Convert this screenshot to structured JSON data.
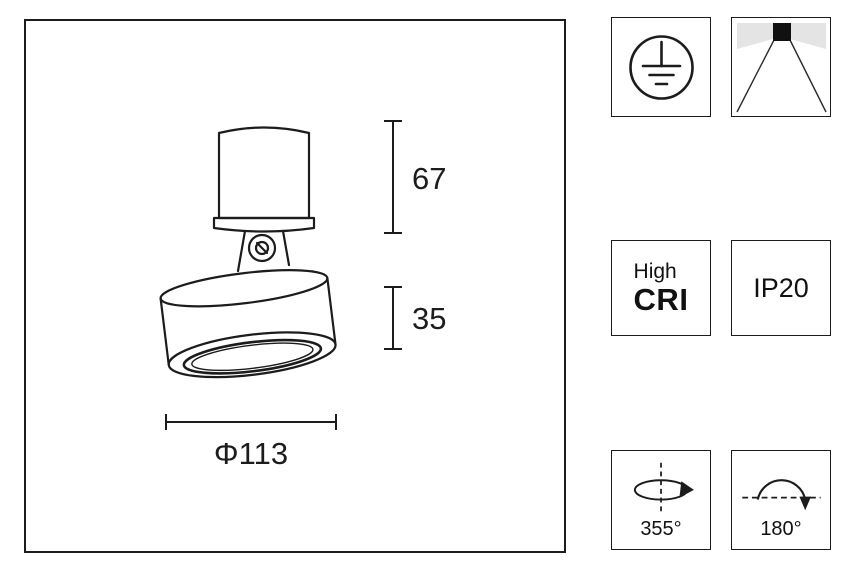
{
  "panel": {
    "dims": {
      "stem_height": "67",
      "head_height": "35",
      "diameter": "Φ113"
    }
  },
  "badges": {
    "earth": {
      "icon": "protective-earth-class-i-icon"
    },
    "beam": {
      "icon": "direct-beam-downlight-icon"
    },
    "cri": {
      "top": "High",
      "bottom": "CRI"
    },
    "ip": {
      "label": "IP20"
    },
    "rotation": {
      "icon": "rotation-355-icon",
      "label": "355°"
    },
    "tilt": {
      "icon": "tilt-180-icon",
      "label": "180°"
    }
  },
  "colors": {
    "line": "#1c1c1c",
    "shade": "#e4e4e4"
  }
}
